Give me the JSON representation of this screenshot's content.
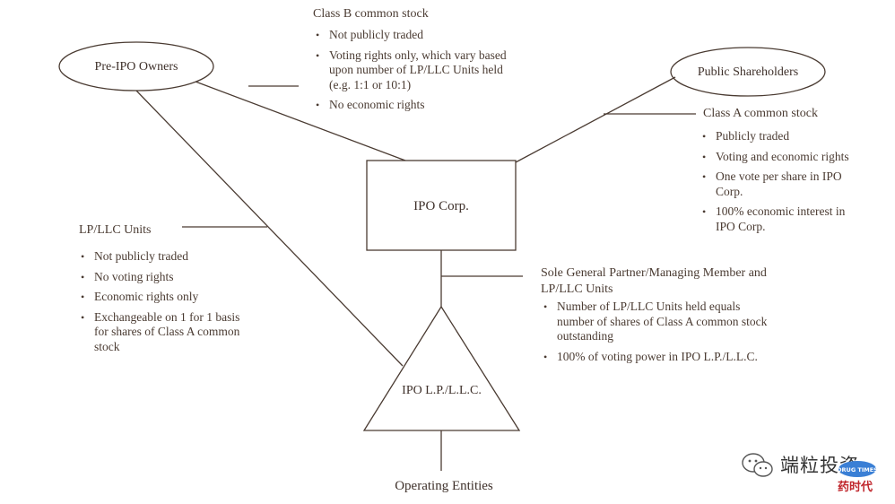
{
  "nodes": {
    "pre_ipo_owners": "Pre-IPO Owners",
    "public_shareholders": "Public Shareholders",
    "ipo_corp": "IPO Corp.",
    "ipo_lp_llc": "IPO L.P./L.L.C.",
    "operating_entities": "Operating Entities"
  },
  "class_b": {
    "title": "Class B common stock",
    "bullets": [
      "Not publicly traded",
      "Voting rights only, which vary based upon number of LP/LLC Units held (e.g. 1:1  or 10:1)",
      "No economic rights"
    ]
  },
  "class_a": {
    "title": "Class A common stock",
    "bullets": [
      "Publicly traded",
      "Voting and economic rights",
      "One vote per share in IPO Corp.",
      "100% economic interest in IPO Corp."
    ]
  },
  "lp_units": {
    "title": "LP/LLC Units",
    "bullets": [
      "Not publicly traded",
      "No voting rights",
      "Economic rights only",
      "Exchangeable on 1 for 1 basis for shares of Class A common stock"
    ]
  },
  "sole_gp": {
    "title": "Sole General Partner/Managing Member and LP/LLC Units",
    "bullets": [
      "Number of LP/LLC Units held equals number of shares of Class A common stock outstanding",
      "100% of voting power in IPO L.P./L.L.C."
    ]
  },
  "watermark": {
    "text": "端粒投资",
    "subtext": "药时代",
    "logo_text": "DRUG TIMES"
  },
  "colors": {
    "line": "#4a3b32",
    "text": "#4a3b32",
    "watermark_red": "#c0272d"
  }
}
